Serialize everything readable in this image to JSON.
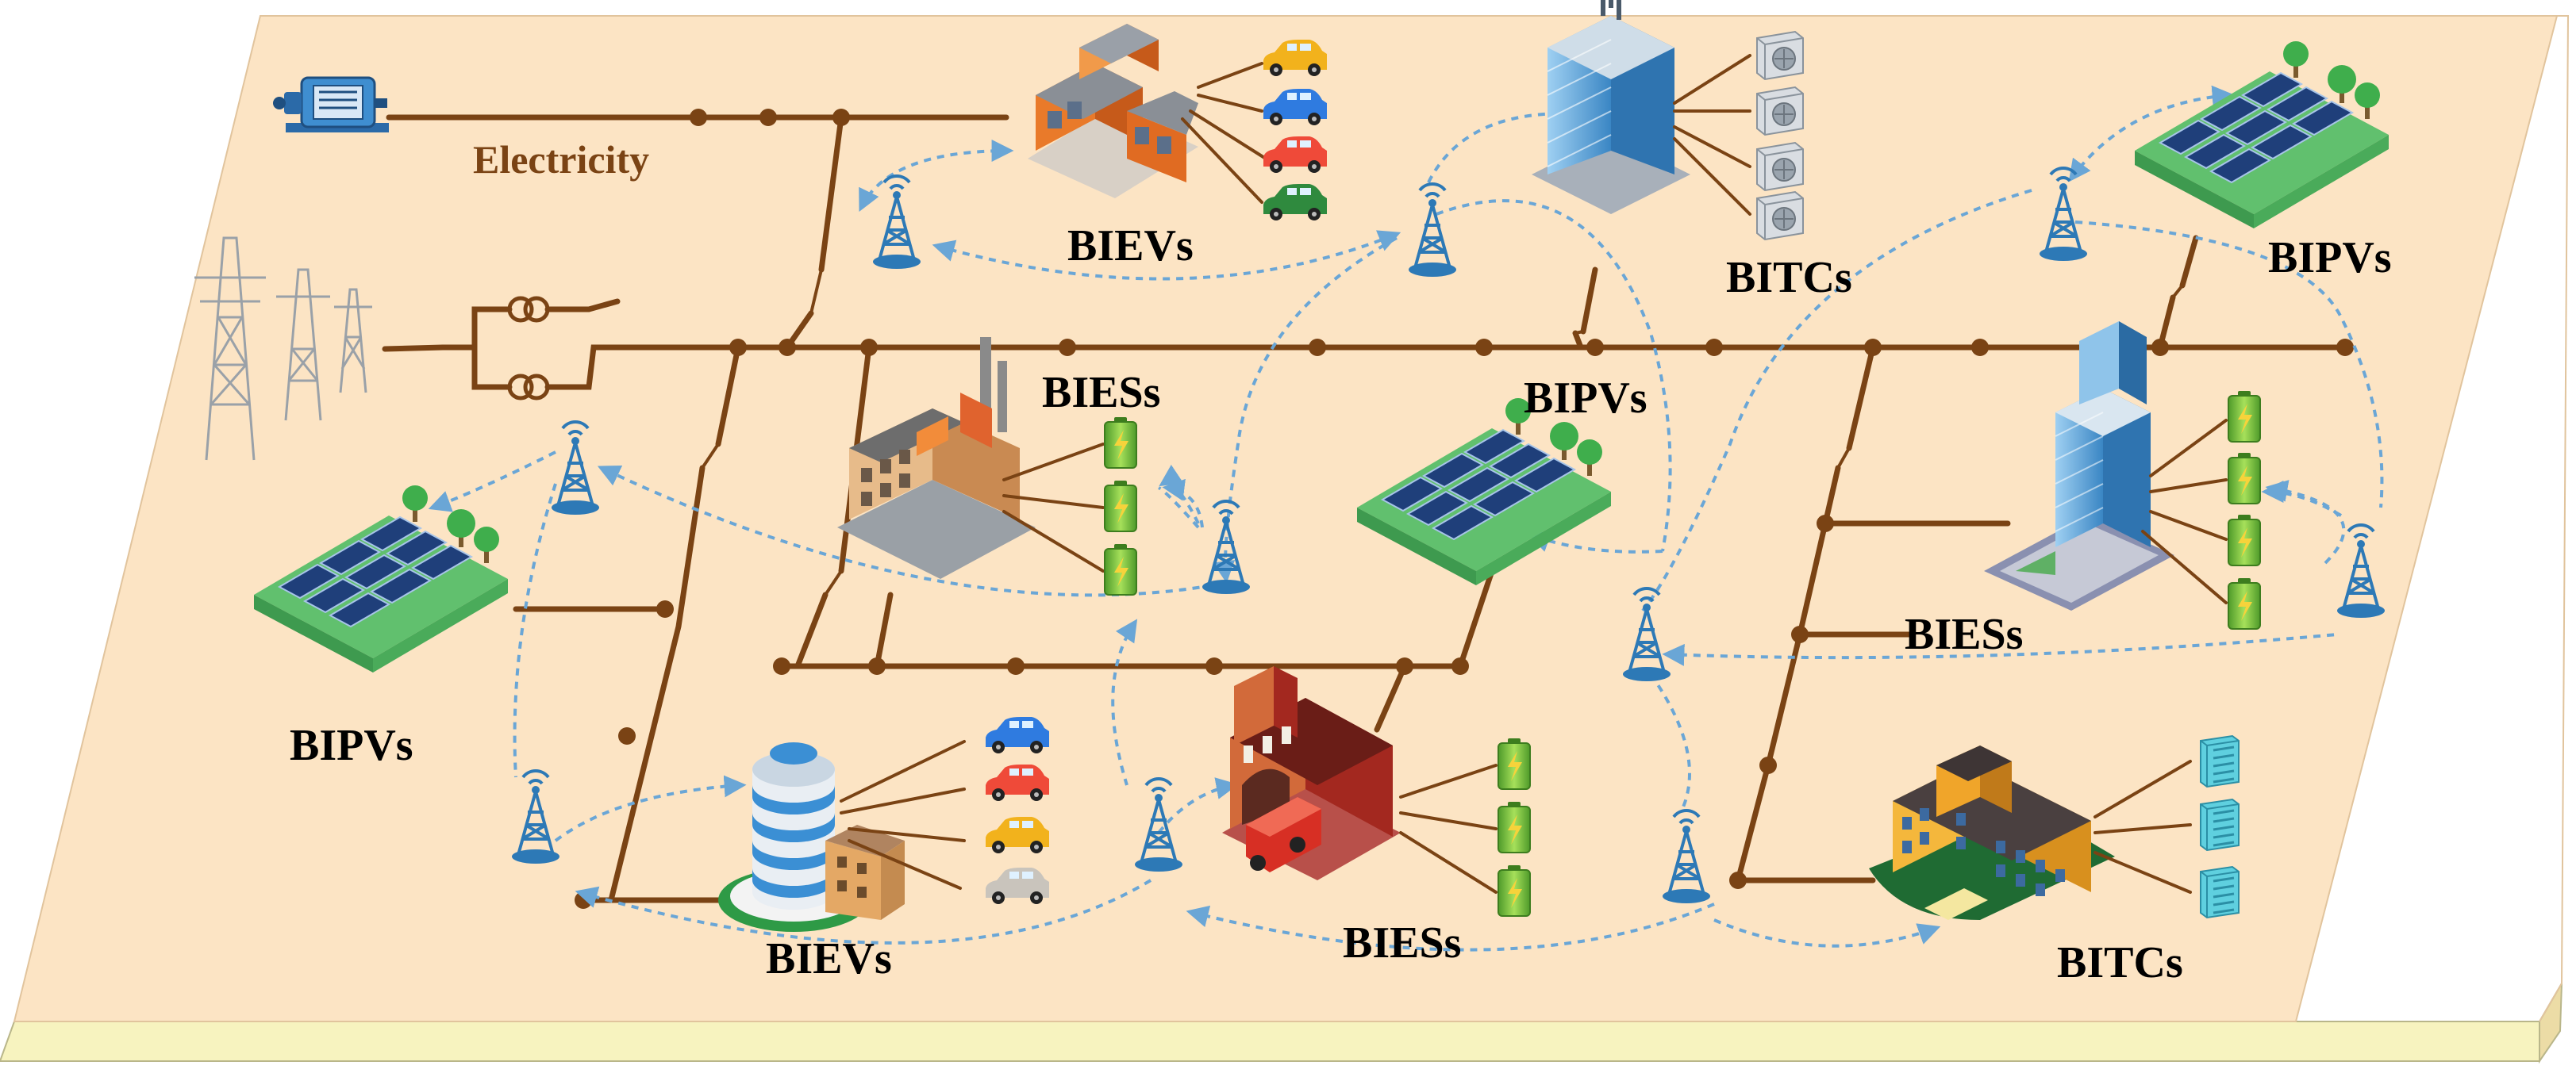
{
  "labels": {
    "electricity": "Electricity",
    "bievs_top": "BIEVs",
    "bitcs_top": "BITCs",
    "bipvs_top_right": "BIPVs",
    "biess_upper": "BIESs",
    "bipvs_mid": "BIPVs",
    "biess_right": "BIESs",
    "bipvs_left": "BIPVs",
    "bievs_bottom": "BIEVs",
    "biess_bottom": "BIESs",
    "bitcs_bottom": "BITCs"
  },
  "colors": {
    "platform_top": "#fce4c4",
    "platform_edge": "#fdfac9",
    "power_line": "#7a4314",
    "label_brown": "#7a4314",
    "comm_link": "#6aa6d6",
    "tower": "#2d79b6",
    "battery": "#7cc242",
    "solar_panel": "#1f3f7a",
    "grass": "#5db86c",
    "text": "#000000"
  },
  "icons": [
    "motor-generator-icon",
    "transmission-tower-icon",
    "transformer-icon",
    "switch-icon",
    "wireless-tower-icon",
    "solar-array-icon",
    "battery-icon",
    "electric-car-icon",
    "air-conditioner-icon",
    "office-building-icon",
    "factory-icon",
    "fire-station-icon",
    "hotel-building-icon",
    "skyscraper-icon",
    "school-building-icon"
  ]
}
